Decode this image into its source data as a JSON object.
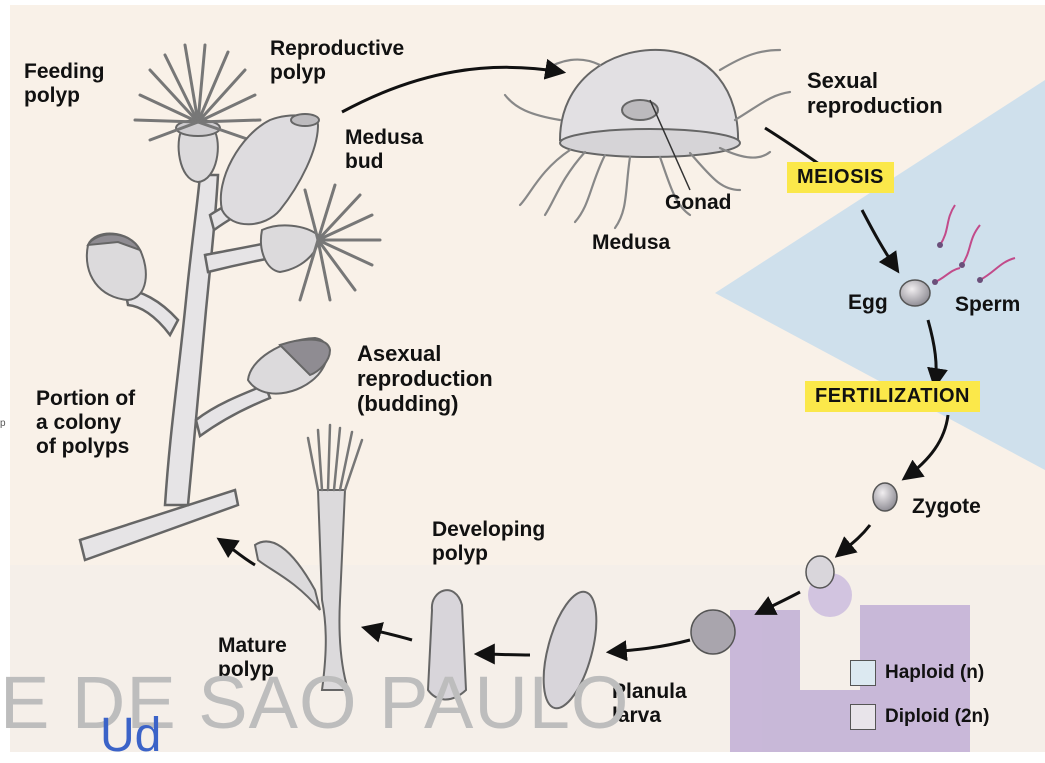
{
  "labels": {
    "feeding_polyp": "Feeding\npolyp",
    "reproductive_polyp": "Reproductive\npolyp",
    "medusa_bud": "Medusa\nbud",
    "sexual_reproduction": "Sexual\nreproduction",
    "gonad": "Gonad",
    "medusa": "Medusa",
    "meiosis": "MEIOSIS",
    "egg": "Egg",
    "sperm": "Sperm",
    "fertilization": "FERTILIZATION",
    "zygote": "Zygote",
    "asexual_reproduction": "Asexual\nreproduction\n(budding)",
    "colony": "Portion of\na colony\nof polyps",
    "developing_polyp": "Developing\npolyp",
    "mature_polyp": "Mature\npolyp",
    "planula_larva": "Planula\nlarva",
    "side_fragment": "p"
  },
  "legend": {
    "haploid_label": "Haploid (n)",
    "diploid_label": "Diploid (2n)",
    "haploid_color": "#dce9f1",
    "diploid_color": "#e8e4ea"
  },
  "watermark": {
    "text": "E DE SAO PAULO",
    "mark": "Ud"
  },
  "colors": {
    "background": "#f9f1e8",
    "haploid_region": "#cfe0ec",
    "callout": "#fbe84a",
    "logo": "#b9a6d3"
  }
}
